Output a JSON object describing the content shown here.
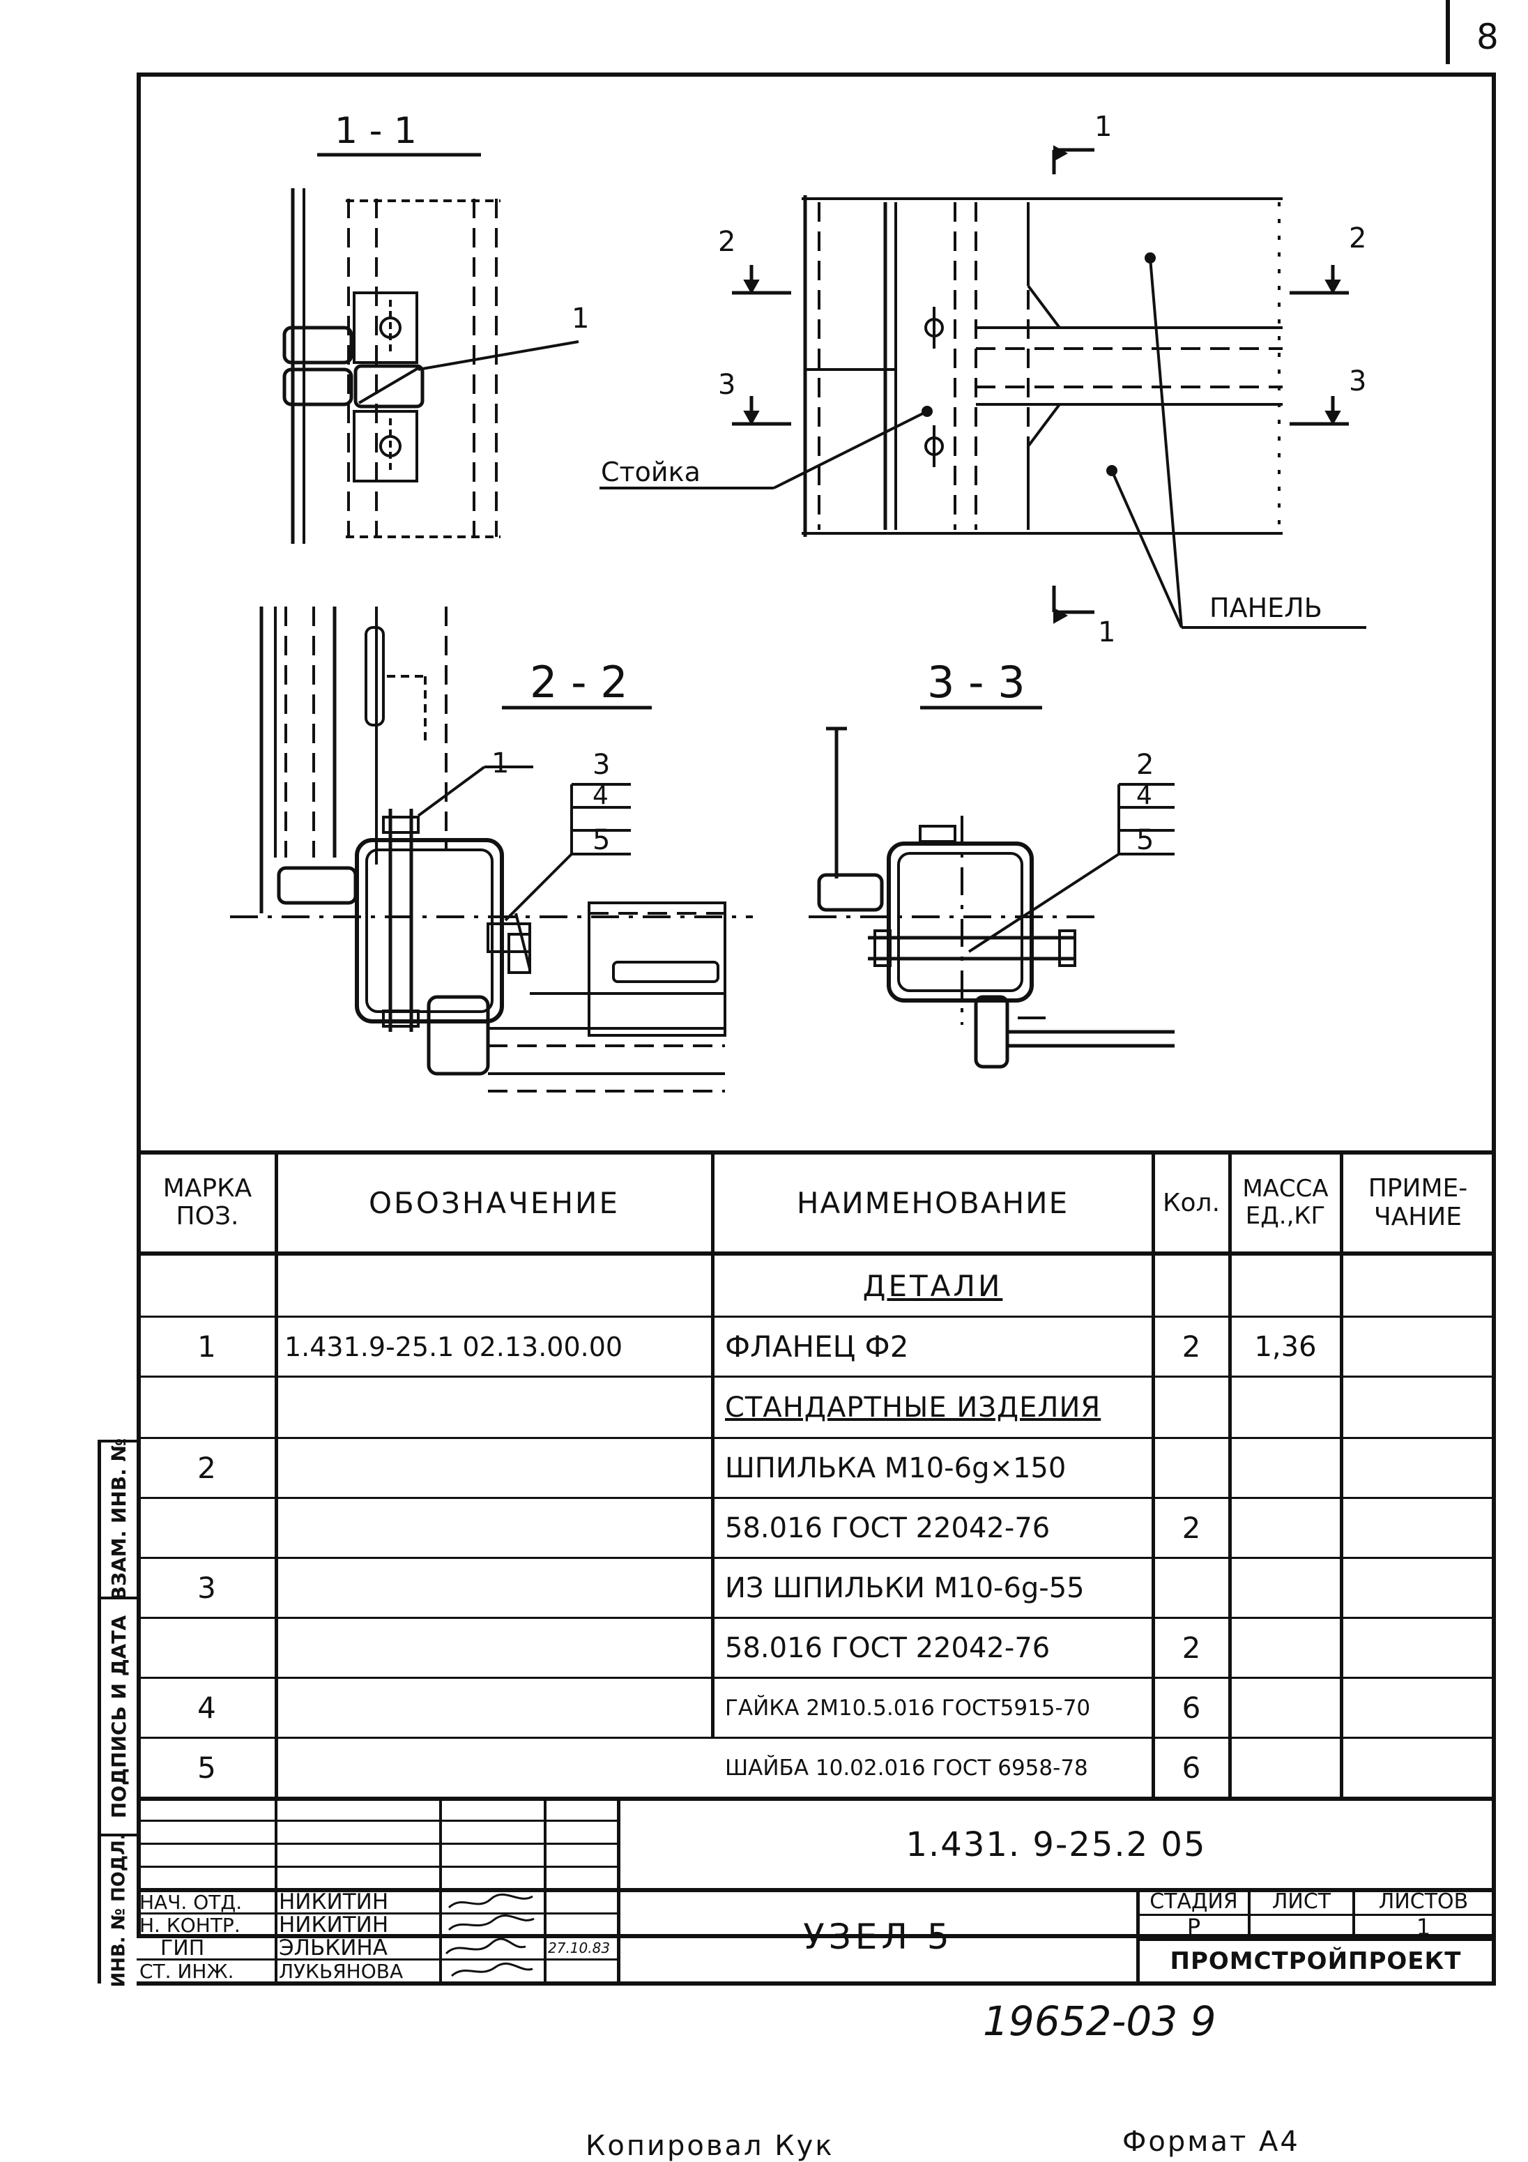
{
  "sheet_number": "8",
  "drawing": {
    "section_1_1": "1 - 1",
    "section_2_2": "2 - 2",
    "section_3_3": "3 - 3",
    "label_stoyka": "Стойка",
    "label_panel": "ПАНЕЛЬ",
    "callouts": {
      "a": "1",
      "b": "1",
      "c": "1",
      "d": "1",
      "e": "2",
      "f": "2",
      "g": "3",
      "h": "3",
      "s22_1": "1",
      "s22_3": "3",
      "s22_4": "4",
      "s22_5": "5",
      "s33_2": "2",
      "s33_4": "4",
      "s33_5": "5"
    }
  },
  "spec_table": {
    "headers": {
      "mark": "МАРКА ПОЗ.",
      "designation": "ОБОЗНАЧЕНИЕ",
      "name": "НАИМЕНОВАНИЕ",
      "qty": "Кол.",
      "mass": "МАССА ЕД.,КГ",
      "note": "ПРИМЕ- ЧАНИЕ"
    },
    "rows": [
      {
        "mark": "",
        "designation": "",
        "name": "ДЕТАЛИ",
        "qty": "",
        "mass": "",
        "note": ""
      },
      {
        "mark": "1",
        "designation": "1.431.9-25.1 02.13.00.00",
        "name": "ФЛАНЕЦ Ф2",
        "qty": "2",
        "mass": "1,36",
        "note": ""
      },
      {
        "mark": "",
        "designation": "",
        "name": "СТАНДАРТНЫЕ ИЗДЕЛИЯ",
        "qty": "",
        "mass": "",
        "note": ""
      },
      {
        "mark": "2",
        "designation": "",
        "name": "ШПИЛЬКА М10-6g×150",
        "qty": "",
        "mass": "",
        "note": ""
      },
      {
        "mark": "",
        "designation": "",
        "name": "58.016 ГОСТ 22042-76",
        "qty": "2",
        "mass": "",
        "note": ""
      },
      {
        "mark": "3",
        "designation": "",
        "name": "ИЗ ШПИЛЬКИ М10-6g-55",
        "qty": "",
        "mass": "",
        "note": ""
      },
      {
        "mark": "",
        "designation": "",
        "name": "58.016 ГОСТ 22042-76",
        "qty": "2",
        "mass": "",
        "note": ""
      },
      {
        "mark": "4",
        "designation": "",
        "name": "ГАЙКА 2М10.5.016 ГОСТ5915-70",
        "qty": "6",
        "mass": "",
        "note": ""
      },
      {
        "mark": "5",
        "designation": "",
        "name": "ШАЙБА 10.02.016 ГОСТ 6958-78",
        "qty": "6",
        "mass": "",
        "note": ""
      }
    ]
  },
  "title_block": {
    "doc_code": "1.431. 9-25.2 05",
    "title": "УЗЕЛ 5",
    "stage_label": "СТАДИЯ",
    "sheet_label": "ЛИСТ",
    "sheets_label": "ЛИСТОВ",
    "stage_value": "Р",
    "sheets_value": "1",
    "organization": "ПРОМСТРОЙПРОЕКТ",
    "signatures": [
      {
        "role": "НАЧ. ОТД.",
        "name": "НИКИТИН",
        "date": ""
      },
      {
        "role": "Н. КОНТР.",
        "name": "НИКИТИН",
        "date": ""
      },
      {
        "role": "ГИП",
        "name": "ЭЛЬКИНА",
        "date": "27.10.83"
      },
      {
        "role": "СТ. ИНЖ.",
        "name": "ЛУКЬЯНОВА",
        "date": ""
      }
    ]
  },
  "side_stamp": {
    "inv_podl": "ИНВ. № ПОДЛ.",
    "podpis_data": "ПОДПИСЬ И ДАТА",
    "vzam_inv": "ВЗАМ. ИНВ. №"
  },
  "footer": {
    "archive_number": "19652-03  9",
    "copied_by": "Копировал Кук",
    "format": "Формат А4"
  }
}
